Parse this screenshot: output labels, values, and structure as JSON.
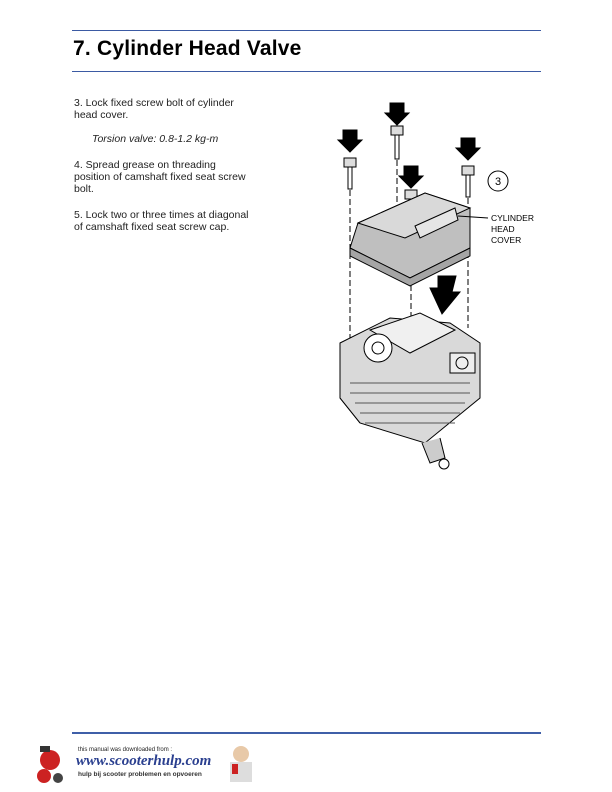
{
  "header": {
    "title": "7. Cylinder Head Valve"
  },
  "steps": [
    {
      "text": "3.    Lock fixed screw bolt of cylinder head cover."
    },
    {
      "text": "Torsion valve: 0.8-1.2 kg-m"
    },
    {
      "text": "4.    Spread grease on threading position of camshaft fixed seat screw bolt."
    },
    {
      "text": "5.    Lock two or three times at diagonal of camshaft fixed seat screw cap."
    }
  ],
  "figure": {
    "callout_number": "3",
    "label_line1": "CYLINDER",
    "label_line2": "HEAD",
    "label_line3": "COVER"
  },
  "footer": {
    "downloaded_text": "this manual was downloaded from :",
    "site": "www.scooterhulp.com",
    "tagline": "hulp bij scooter problemen en opvoeren"
  },
  "colors": {
    "rule": "#3b5aa3",
    "site_link": "#2a3f8f"
  }
}
